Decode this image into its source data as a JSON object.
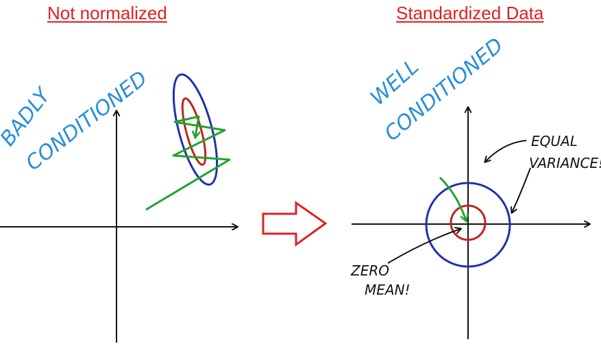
{
  "left_panel": {
    "title": "Not normalized",
    "handwritten_line1": "BADLY",
    "handwritten_line2": "CONDITIONED"
  },
  "right_panel": {
    "title": "Standardized Data",
    "handwritten_line1": "WELL",
    "handwritten_line2": "CONDITIONED",
    "annotation_equal_line1": "EQUAL",
    "annotation_equal_line2": "VARIANCE!",
    "annotation_zero_line1": "ZERO",
    "annotation_zero_line2": "MEAN!"
  },
  "colors": {
    "title": "#e02020",
    "handwriting": "#2a8fd6",
    "axis": "#111111",
    "outer_contour": "#1f2fb0",
    "inner_contour": "#c0231b",
    "descent_path": "#22a22a",
    "arrow": "#e02020"
  },
  "icons": {
    "transition": "right-arrow-icon"
  }
}
